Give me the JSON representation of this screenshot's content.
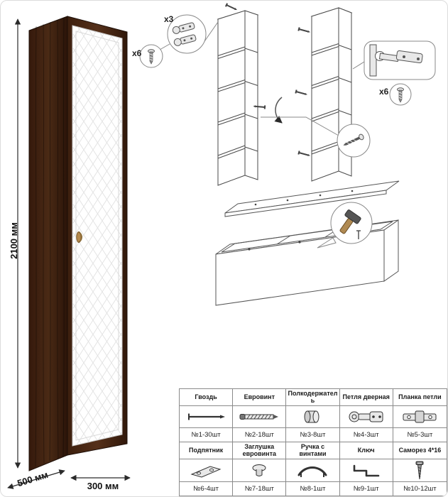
{
  "page": {
    "background": "#ffffff"
  },
  "wardrobe": {
    "height_label": "2100 мм",
    "depth_label": "500 мм",
    "width_label": "300 мм",
    "colors": {
      "wood_dark": "#3c1f0e",
      "door_white": "#ffffff",
      "door_pattern": "#e3e3e3",
      "handle_gold": "#b5894d"
    }
  },
  "callouts": {
    "hinge_count": "x3",
    "screws_top_left_count": "x6",
    "screws_right_count": "x6"
  },
  "parts_table": {
    "items": [
      {
        "name": "Гвоздь",
        "qty": "№1-30шт",
        "icon": "nail-icon"
      },
      {
        "name": "Евровинт",
        "qty": "№2-18шт",
        "icon": "euro-screw-icon"
      },
      {
        "name": "Полкодержатель",
        "qty": "№3-8шт",
        "icon": "shelf-support-icon"
      },
      {
        "name": "Петля дверная",
        "qty": "№4-3шт",
        "icon": "door-hinge-icon"
      },
      {
        "name": "Планка петли",
        "qty": "№5-3шт",
        "icon": "hinge-plate-icon"
      },
      {
        "name": "Подпятник",
        "qty": "№6-4шт",
        "icon": "foot-glide-icon"
      },
      {
        "name": "Заглушка евровинта",
        "qty": "№7-18шт",
        "icon": "screw-cap-icon"
      },
      {
        "name": "Ручка с винтами",
        "qty": "№8-1шт",
        "icon": "handle-icon"
      },
      {
        "name": "Ключ",
        "qty": "№9-1шт",
        "icon": "hex-key-icon"
      },
      {
        "name": "Саморез 4*16",
        "qty": "№10-12шт",
        "icon": "wood-screw-icon"
      }
    ]
  }
}
